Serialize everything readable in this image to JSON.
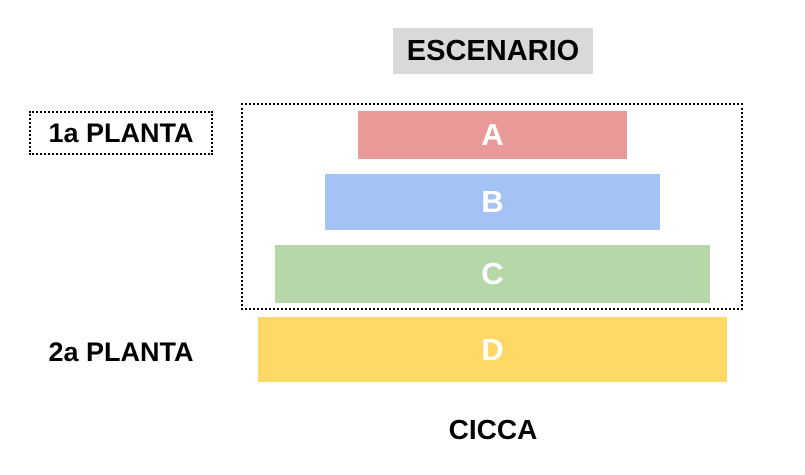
{
  "title": {
    "label": "ESCENARIO",
    "bg_color": "#D9D9D9"
  },
  "floor_labels": {
    "first": {
      "label": "1a PLANTA"
    },
    "second": {
      "label": "2a PLANTA"
    }
  },
  "scenario": {
    "bars": [
      {
        "label": "A",
        "color": "#EA9999"
      },
      {
        "label": "B",
        "color": "#A4C2F4"
      },
      {
        "label": "C",
        "color": "#B6D7A8"
      },
      {
        "label": "D",
        "color": "#FFD966"
      }
    ]
  },
  "footer": {
    "label": "CICCA"
  }
}
